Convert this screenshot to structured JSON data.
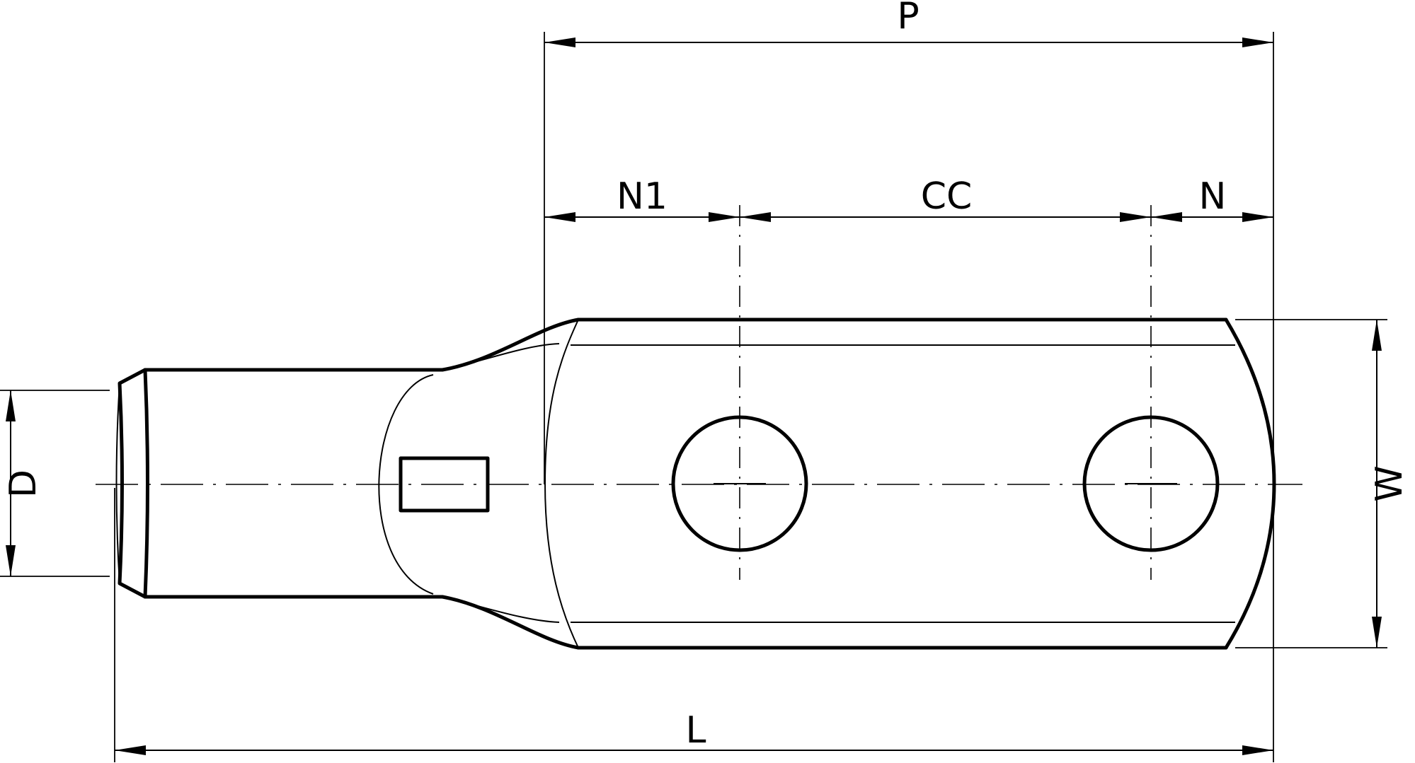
{
  "labels": {
    "p": "P",
    "n1": "N1",
    "cc": "CC",
    "n": "N",
    "l": "L",
    "d": "D",
    "w": "W"
  }
}
